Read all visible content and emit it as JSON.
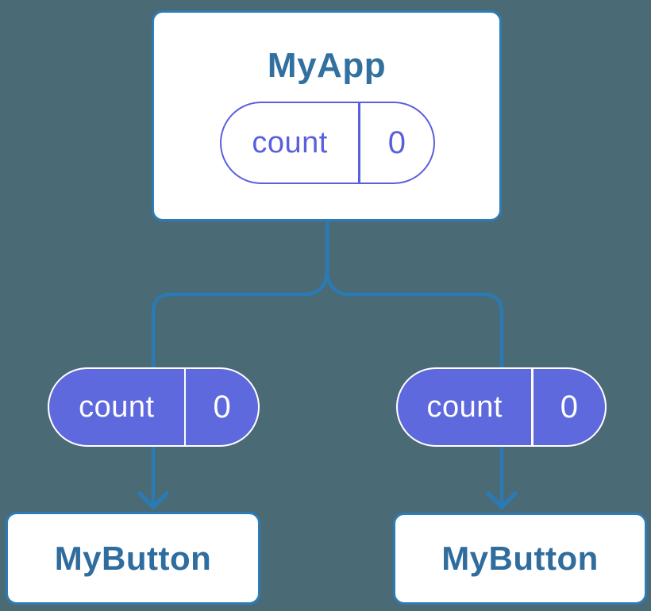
{
  "colors": {
    "background": "#4a6a76",
    "connector_blue": "#2c7ab3",
    "node_border_blue": "#2e7cb5",
    "node_title_blue": "#2f6d9e",
    "app_title_blue": "#32709f",
    "pill_purple": "#5f69de",
    "pill_outline_purple": "#5a60dc",
    "white": "#ffffff"
  },
  "diagram": {
    "root": {
      "title": "MyApp",
      "state": {
        "name": "count",
        "value": "0"
      }
    },
    "children": [
      {
        "title": "MyButton",
        "state": {
          "name": "count",
          "value": "0"
        }
      },
      {
        "title": "MyButton",
        "state": {
          "name": "count",
          "value": "0"
        }
      }
    ]
  }
}
